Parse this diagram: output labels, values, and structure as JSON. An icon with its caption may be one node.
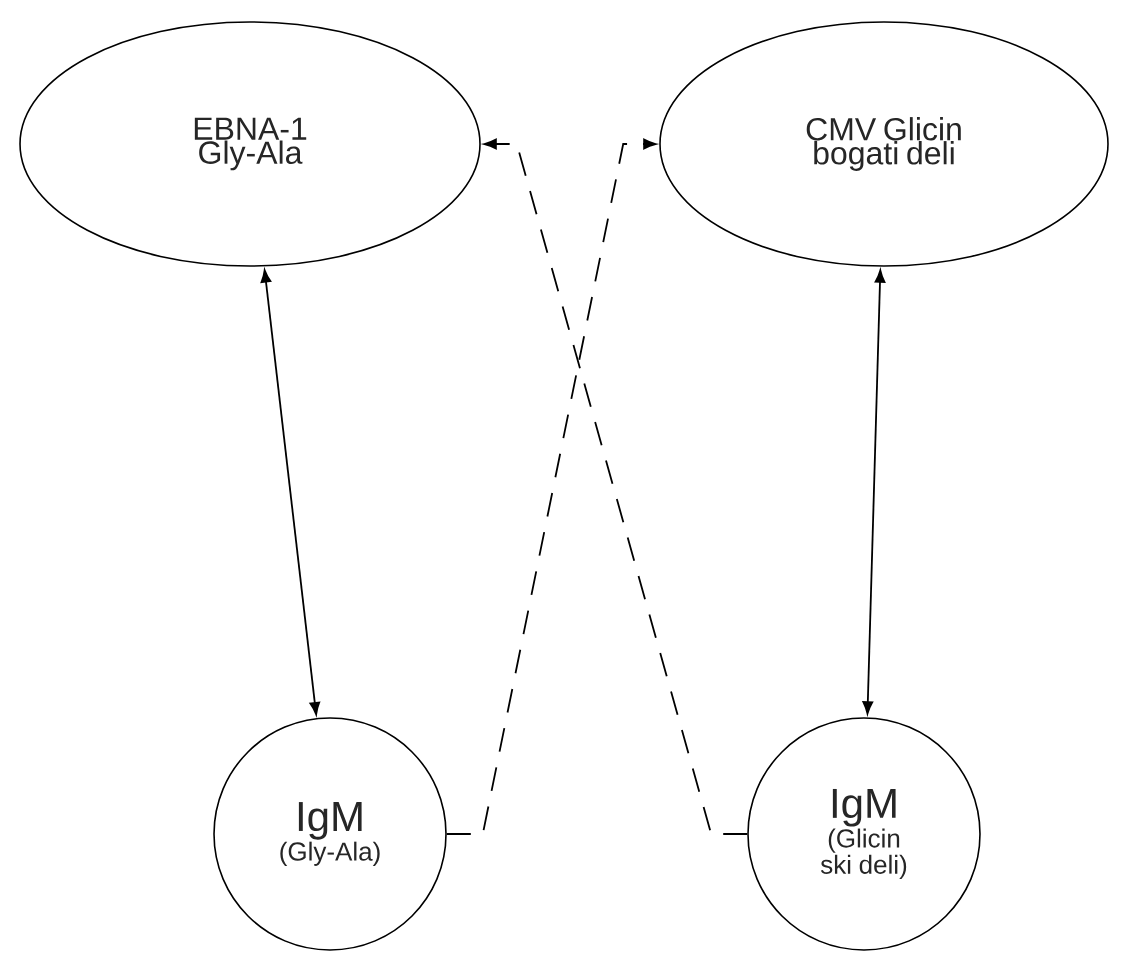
{
  "diagram": {
    "nodes": [
      {
        "text": [
          "EBNA-1 Gly-Ala"
        ]
      },
      {
        "text": [
          "CMV Glicin bogati deli"
        ]
      },
      {
        "text": [
          "IgM",
          "(Gly-Ala)"
        ]
      },
      {
        "text": [
          "IgM",
          "(Glicin ski deli)"
        ]
      }
    ],
    "edges": [
      {
        "from": 0,
        "to": 2,
        "arrow": "both"
      },
      {
        "from": 1,
        "to": 3,
        "arrow": "both"
      },
      {
        "from": 2,
        "to": 1,
        "arrow": "to",
        "style": "dashed"
      },
      {
        "from": 3,
        "to": 0,
        "arrow": "to",
        "style": "dashed"
      }
    ]
  }
}
